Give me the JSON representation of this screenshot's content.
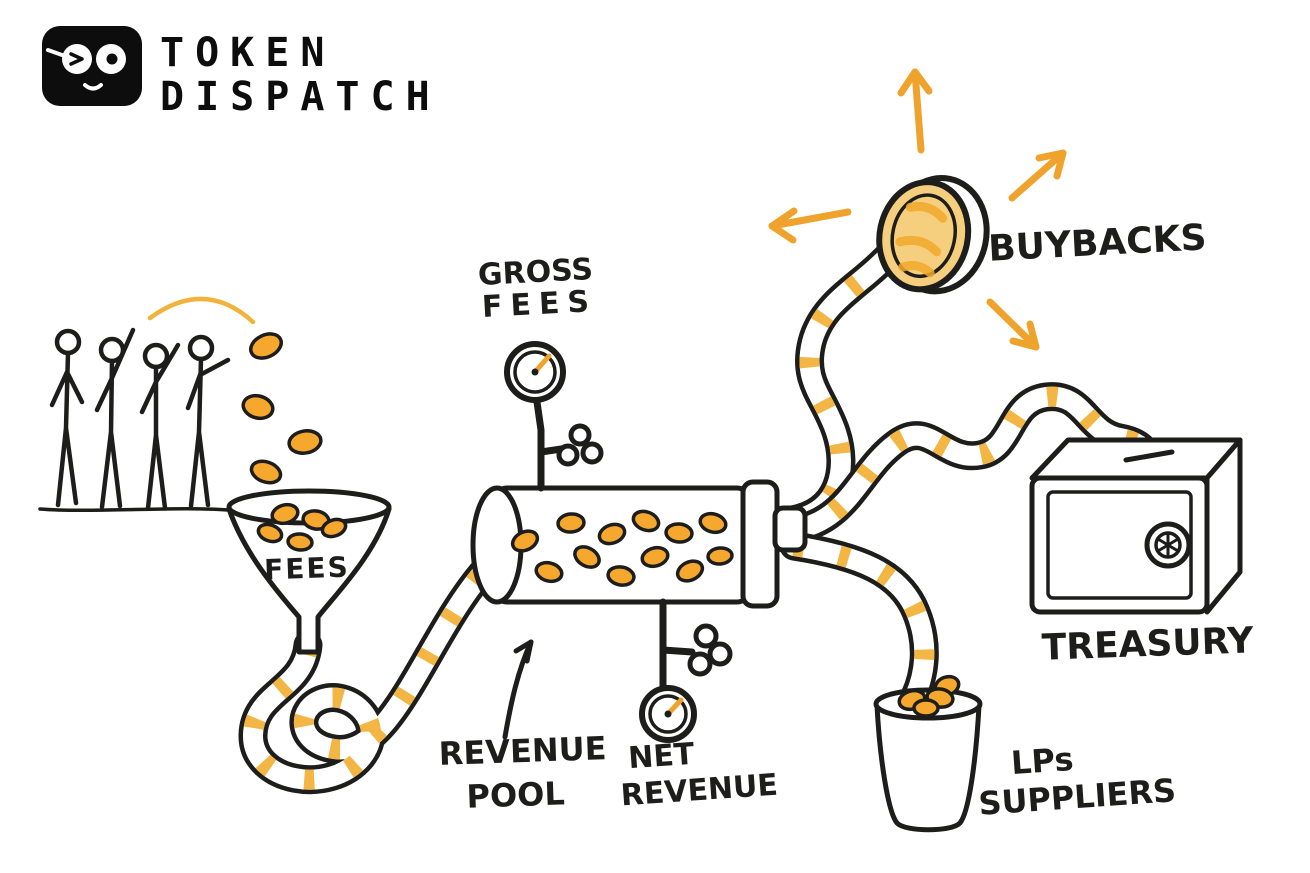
{
  "logo": {
    "line1": "TOKEN",
    "line2": "DISPATCH"
  },
  "diagram": {
    "labels": {
      "gross_fees_1": "GROSS",
      "gross_fees_2": "FEES",
      "funnel": "FEES",
      "revenue_pool_1": "REVENUE",
      "revenue_pool_2": "POOL",
      "net_revenue_1": "NET",
      "net_revenue_2": "REVENUE",
      "buybacks": "BUYBACKS",
      "treasury": "TREASURY",
      "lps_1": "LPs",
      "lps_2": "SUPPLIERS"
    },
    "colors": {
      "ink": "#1d1d1b",
      "coin": "#F5A72E",
      "coin_face": "#F6CF7E",
      "pipe_stripe": "#F2B23A",
      "arrow": "#F0A32C",
      "logo_bg": "#0d0d0d",
      "background": "#FFFFFF"
    },
    "scene": {
      "people_count": 4,
      "gauges": [
        "GROSS FEES",
        "NET REVENUE"
      ],
      "flow_edges": [
        {
          "from": "FEES funnel",
          "to": "REVENUE POOL"
        },
        {
          "from": "REVENUE POOL",
          "to": "BUYBACKS"
        },
        {
          "from": "REVENUE POOL",
          "to": "TREASURY"
        },
        {
          "from": "REVENUE POOL",
          "to": "LPs SUPPLIERS"
        }
      ]
    }
  }
}
